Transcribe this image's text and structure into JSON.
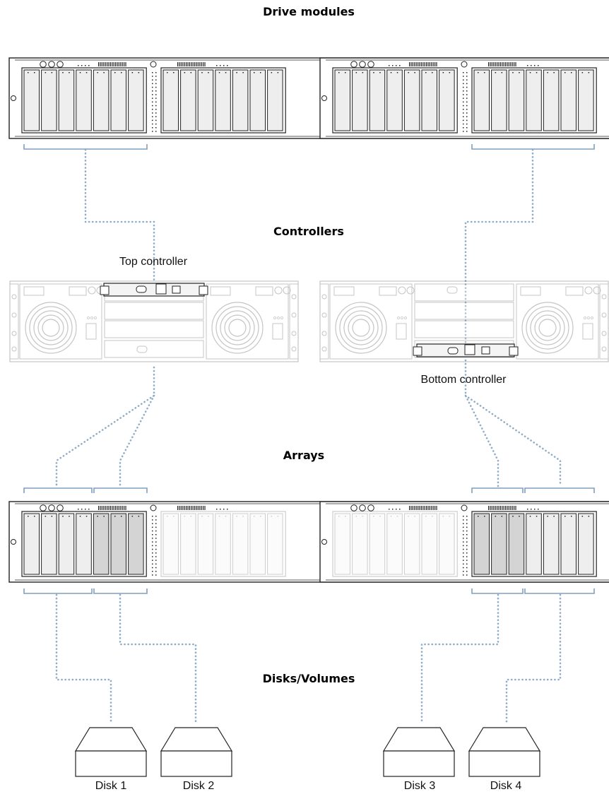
{
  "headings": {
    "drive_modules": "Drive modules",
    "controllers": "Controllers",
    "arrays": "Arrays",
    "disks_volumes": "Disks/Volumes"
  },
  "labels": {
    "top_controller": "Top controller",
    "bottom_controller": "Bottom controller"
  },
  "disks": [
    "Disk 1",
    "Disk 2",
    "Disk 3",
    "Disk 4"
  ],
  "colors": {
    "connector": "#8fabc7",
    "bracket": "#7f9fbf",
    "drive_fill": "#eeeeee",
    "array_b_fill": "#d4d4d4"
  }
}
